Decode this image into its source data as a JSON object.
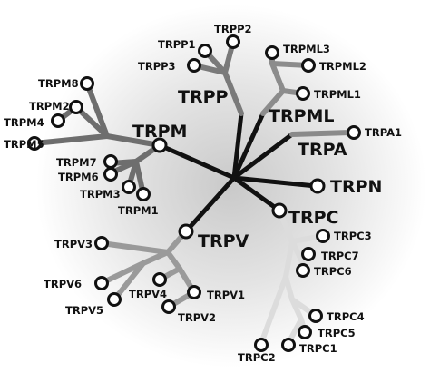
{
  "diagram": {
    "title": "",
    "families": [
      {
        "key": "trpm",
        "label": "TRPM",
        "color": "#6e6e6e",
        "members": [
          "TRPM8",
          "TRPM2",
          "TRPM4",
          "TRPM5",
          "TRPM7",
          "TRPM6",
          "TRPM3",
          "TRPM1"
        ]
      },
      {
        "key": "trpp",
        "label": "TRPP",
        "color": "#7a7a7a",
        "members": [
          "TRPP1",
          "TRPP2",
          "TRPP3"
        ]
      },
      {
        "key": "trpml",
        "label": "TRPML",
        "color": "#8c8c8c",
        "members": [
          "TRPML3",
          "TRPML2",
          "TRPML1"
        ]
      },
      {
        "key": "trpa",
        "label": "TRPA",
        "color": "#8a8a8a",
        "members": [
          "TRPA1"
        ]
      },
      {
        "key": "trpn",
        "label": "TRPN",
        "color": "#111111",
        "members": []
      },
      {
        "key": "trpc",
        "label": "TRPC",
        "color": "#d8d8d8",
        "members": [
          "TRPC3",
          "TRPC7",
          "TRPC6",
          "TRPC4",
          "TRPC5",
          "TRPC1",
          "TRPC2"
        ]
      },
      {
        "key": "trpv",
        "label": "TRPV",
        "color": "#9a9a9a",
        "members": [
          "TRPV3",
          "TRPV6",
          "TRPV5",
          "TRPV4",
          "TRPV1",
          "TRPV2"
        ]
      }
    ]
  }
}
